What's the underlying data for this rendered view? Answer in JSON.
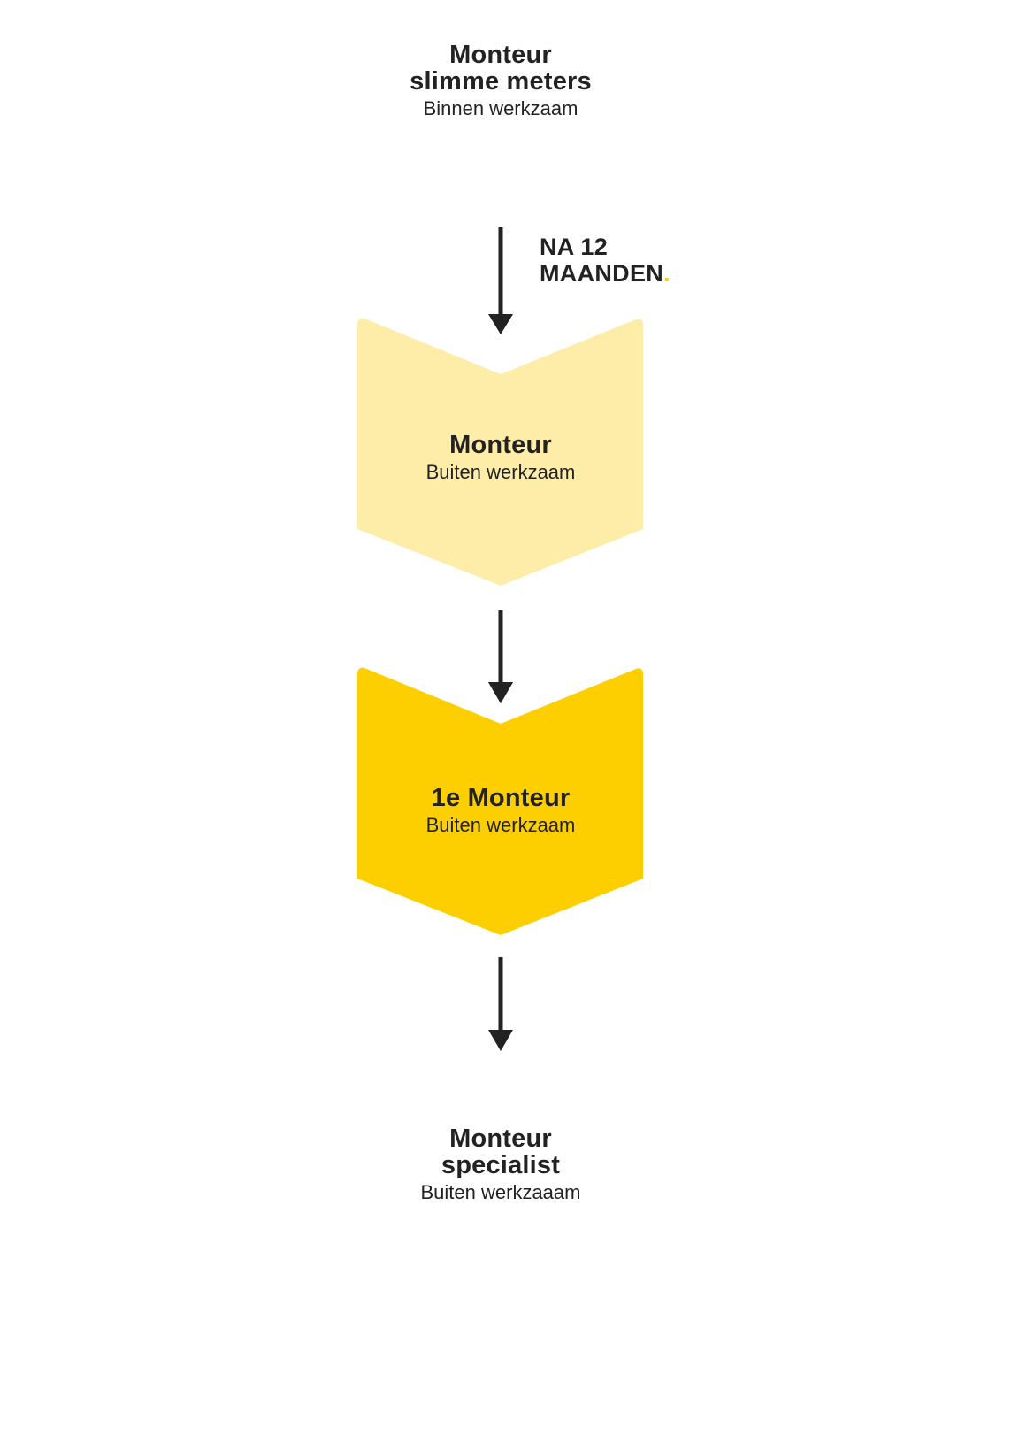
{
  "colors": {
    "text": "#222222",
    "chevron_light": "#feeda8",
    "chevron_dark": "#fdcf00",
    "accent_dot": "#fdd000",
    "arrow": "#222222"
  },
  "nodes": [
    {
      "title_lines": [
        "Monteur",
        "slimme meters"
      ],
      "subtitle": "Binnen werkzaam"
    },
    {
      "title_lines": [
        "Monteur"
      ],
      "subtitle": "Buiten werkzaam"
    },
    {
      "title_lines": [
        "1e Monteur"
      ],
      "subtitle": "Buiten werkzaam"
    },
    {
      "title_lines": [
        "Monteur",
        "specialist"
      ],
      "subtitle": "Buiten werkzaaam"
    }
  ],
  "edge_label": {
    "line1": "NA 12",
    "line2": "MAANDEN",
    "dot": "."
  }
}
